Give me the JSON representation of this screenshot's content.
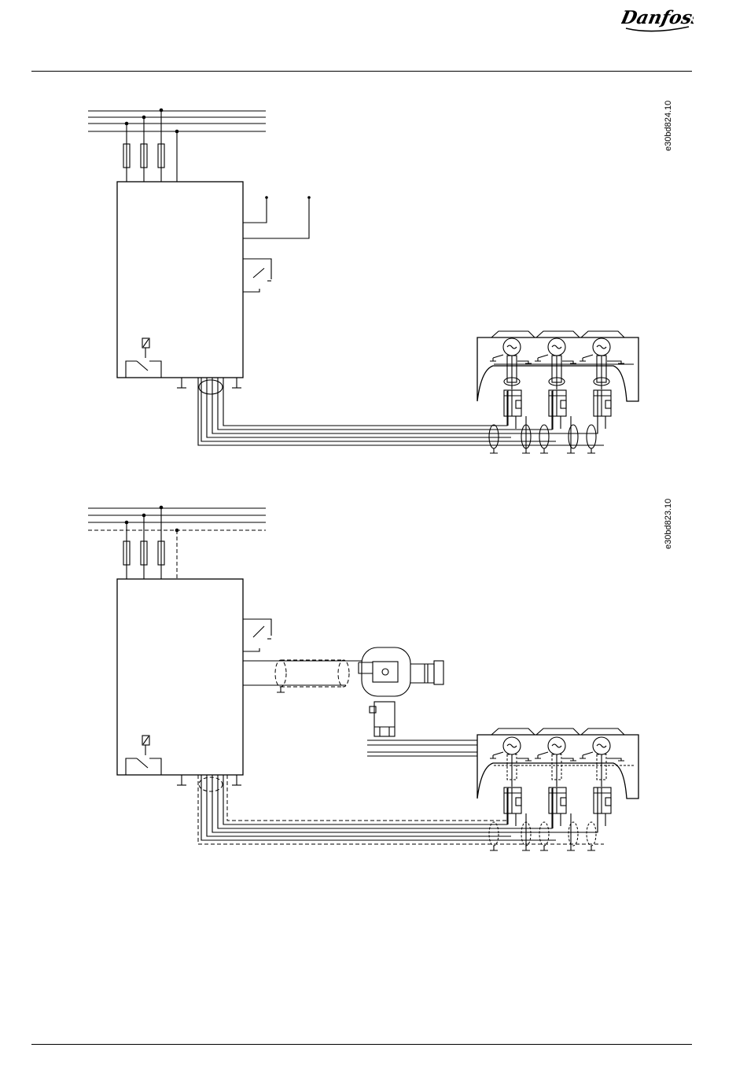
{
  "header": {
    "brand_logo": "Danfoss"
  },
  "figures": [
    {
      "code": "e30bd824.10"
    },
    {
      "code": "e30bd823.10"
    }
  ],
  "colors": {
    "ink": "#000000",
    "paper": "#ffffff"
  }
}
